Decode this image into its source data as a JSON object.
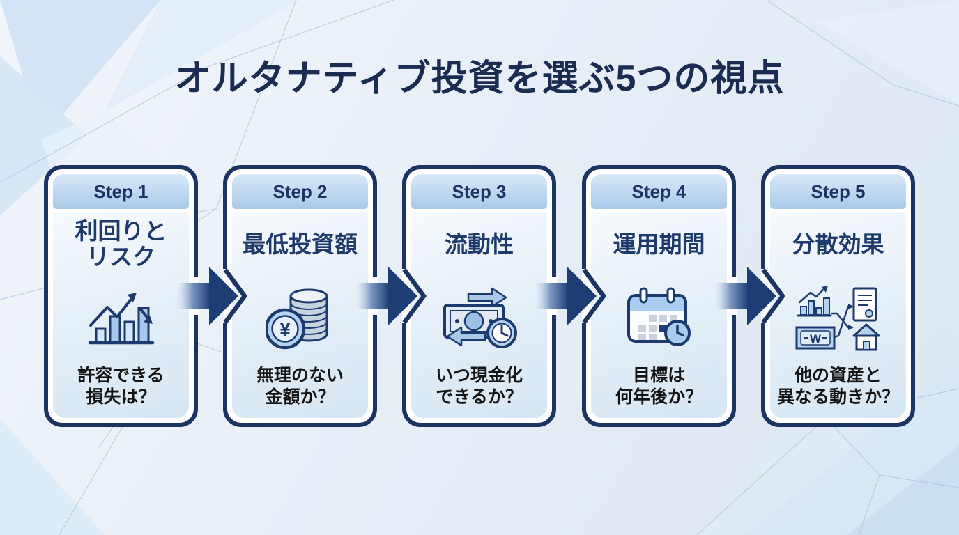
{
  "title": "オルタナティブ投資を選ぶ5つの視点",
  "steps": [
    {
      "label": "Step 1",
      "title": "利回りと\nリスク",
      "question": "許容できる\n損失は？",
      "icon": "bar-chart-risk-icon"
    },
    {
      "label": "Step 2",
      "title": "最低投資額",
      "question": "無理のない\n金額か？",
      "icon": "coin-stack-yen-icon",
      "icon_glyph": "¥"
    },
    {
      "label": "Step 3",
      "title": "流動性",
      "question": "いつ現金化\nできるか？",
      "icon": "banknote-clock-icon"
    },
    {
      "label": "Step 4",
      "title": "運用期間",
      "question": "目標は\n何年後か？",
      "icon": "calendar-clock-icon"
    },
    {
      "label": "Step 5",
      "title": "分散効果",
      "question": "他の資産と\n異なる動きか？",
      "icon": "asset-diversification-icon",
      "icon_glyph": "W"
    }
  ],
  "colors": {
    "navy": "#1b3463",
    "title_navy": "#1b2c52",
    "light_blue": "#a9c9e8",
    "card_bg_top": "#f6fafd",
    "card_bg_bottom": "#d5e6f3",
    "background": "#e5edf6"
  }
}
